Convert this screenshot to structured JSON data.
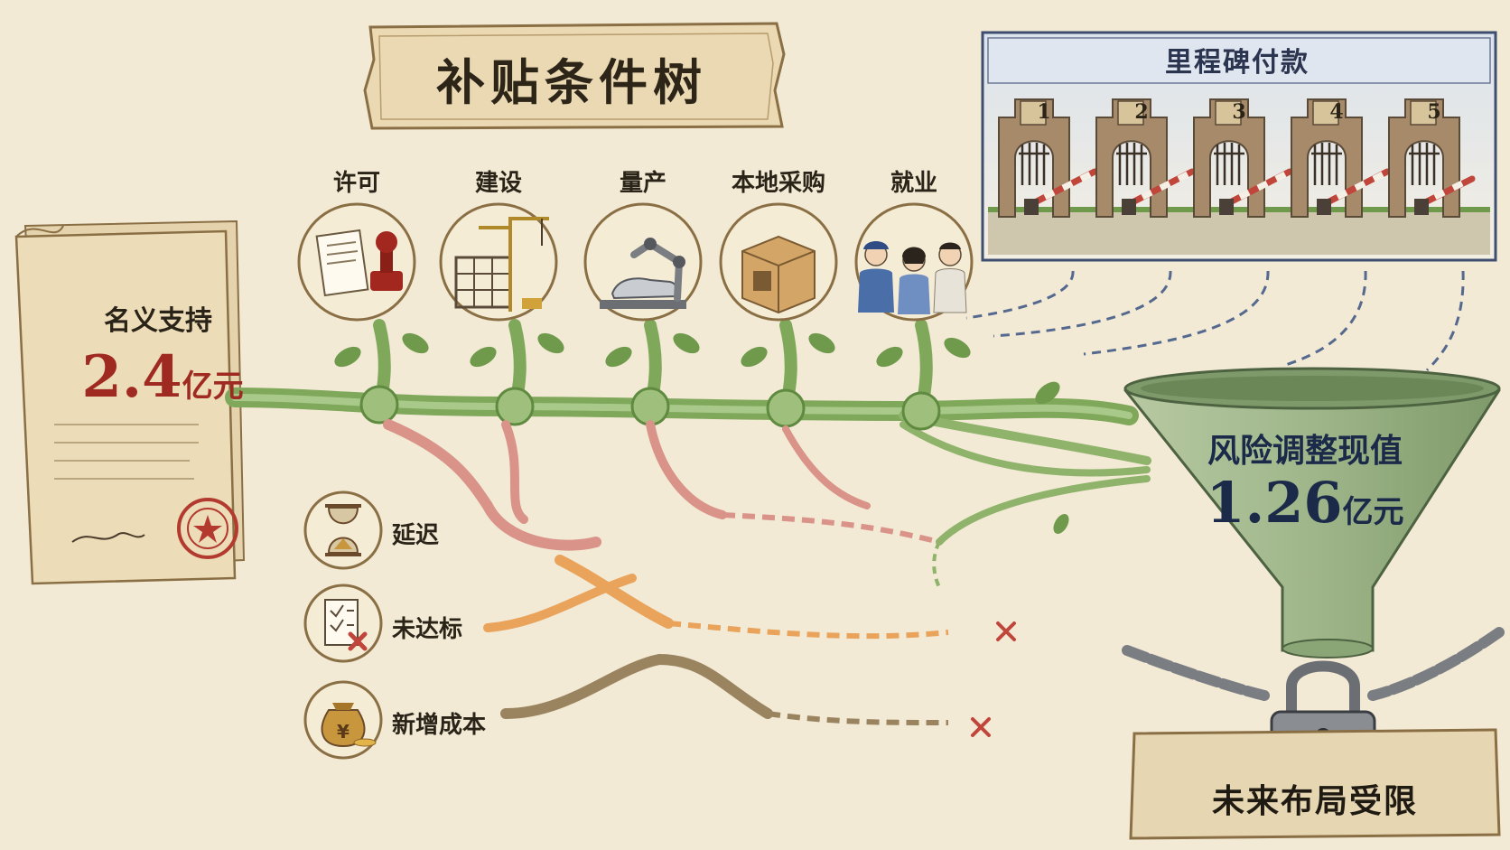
{
  "title": "补贴条件树",
  "nominal": {
    "label": "名义支持",
    "value": "2.4",
    "unit": "亿元"
  },
  "stages": [
    {
      "label": "许可",
      "icon": "permit-stamp-icon"
    },
    {
      "label": "建设",
      "icon": "construction-crane-icon"
    },
    {
      "label": "量产",
      "icon": "robot-assembly-icon"
    },
    {
      "label": "本地采购",
      "icon": "box-procurement-icon"
    },
    {
      "label": "就业",
      "icon": "workers-icon"
    }
  ],
  "risks": [
    {
      "label": "延迟",
      "icon": "hourglass-icon",
      "color": "#c9736b"
    },
    {
      "label": "未达标",
      "icon": "checklist-fail-icon",
      "color": "#e09a4a"
    },
    {
      "label": "新增成本",
      "icon": "money-bag-icon",
      "color": "#9a8460"
    }
  ],
  "milestones": {
    "title": "里程碑付款",
    "gates": [
      "1",
      "2",
      "3",
      "4",
      "5"
    ]
  },
  "present_value": {
    "label": "风险调整现值",
    "value": "1.26",
    "unit": "亿元"
  },
  "constraint": {
    "label": "未来布局受限"
  },
  "colors": {
    "vine": "#8fb36b",
    "vine_dark": "#5f8a40",
    "funnel": "#9fb68a",
    "nominal_red": "#9e2a22",
    "navy": "#1c2a4a",
    "parchment": "#efe2c2"
  }
}
